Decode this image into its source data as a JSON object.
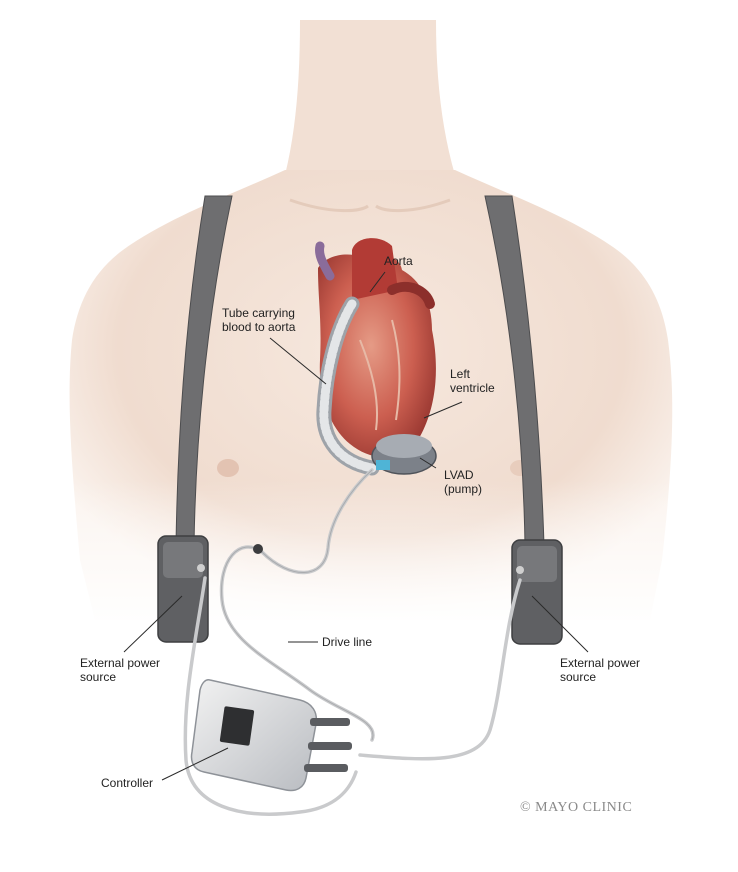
{
  "labels": {
    "aorta": "Aorta",
    "tube": "Tube carrying\nblood to aorta",
    "left_ventricle": "Left\nventricle",
    "lvad": "LVAD\n(pump)",
    "drive_line": "Drive line",
    "power_left": "External power\nsource",
    "power_right": "External power\nsource",
    "controller": "Controller"
  },
  "credit": "© MAYO CLINIC",
  "colors": {
    "skin": "#f3e2d6",
    "strap": "#6e6e70",
    "heart": "#c8544a",
    "pump": "#7c8189",
    "cable": "#d8d8d8"
  }
}
